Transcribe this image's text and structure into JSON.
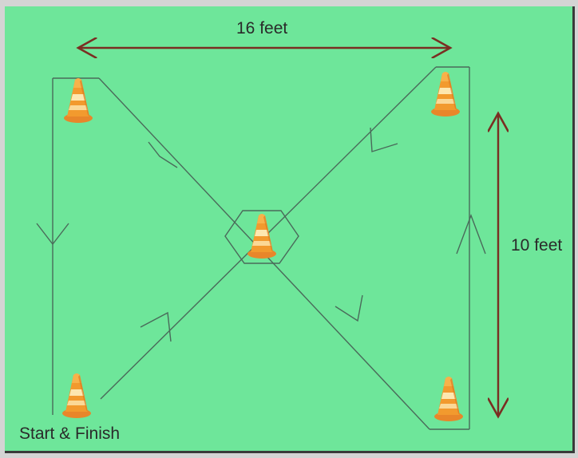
{
  "diagram": {
    "width_label": "16 feet",
    "height_label": "10 feet",
    "start_label": "Start & Finish"
  },
  "colors": {
    "field": "#6ee69a",
    "path": "#4a6a5a",
    "dimension_arrow": "#7a2e22",
    "cone_orange": "#f29a2e",
    "cone_stripe": "#fde7b0"
  },
  "cones": [
    "cone-top-left",
    "cone-top-right",
    "cone-center",
    "cone-bottom-left",
    "cone-bottom-right"
  ]
}
